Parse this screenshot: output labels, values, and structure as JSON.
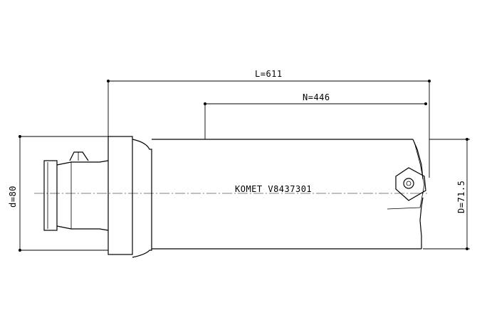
{
  "dimensions": {
    "overall_length": "L=611",
    "insert_length": "N=446",
    "shank_diameter": "d=80",
    "cutting_diameter": "D=71.5"
  },
  "marking": "KOMET V8437301"
}
